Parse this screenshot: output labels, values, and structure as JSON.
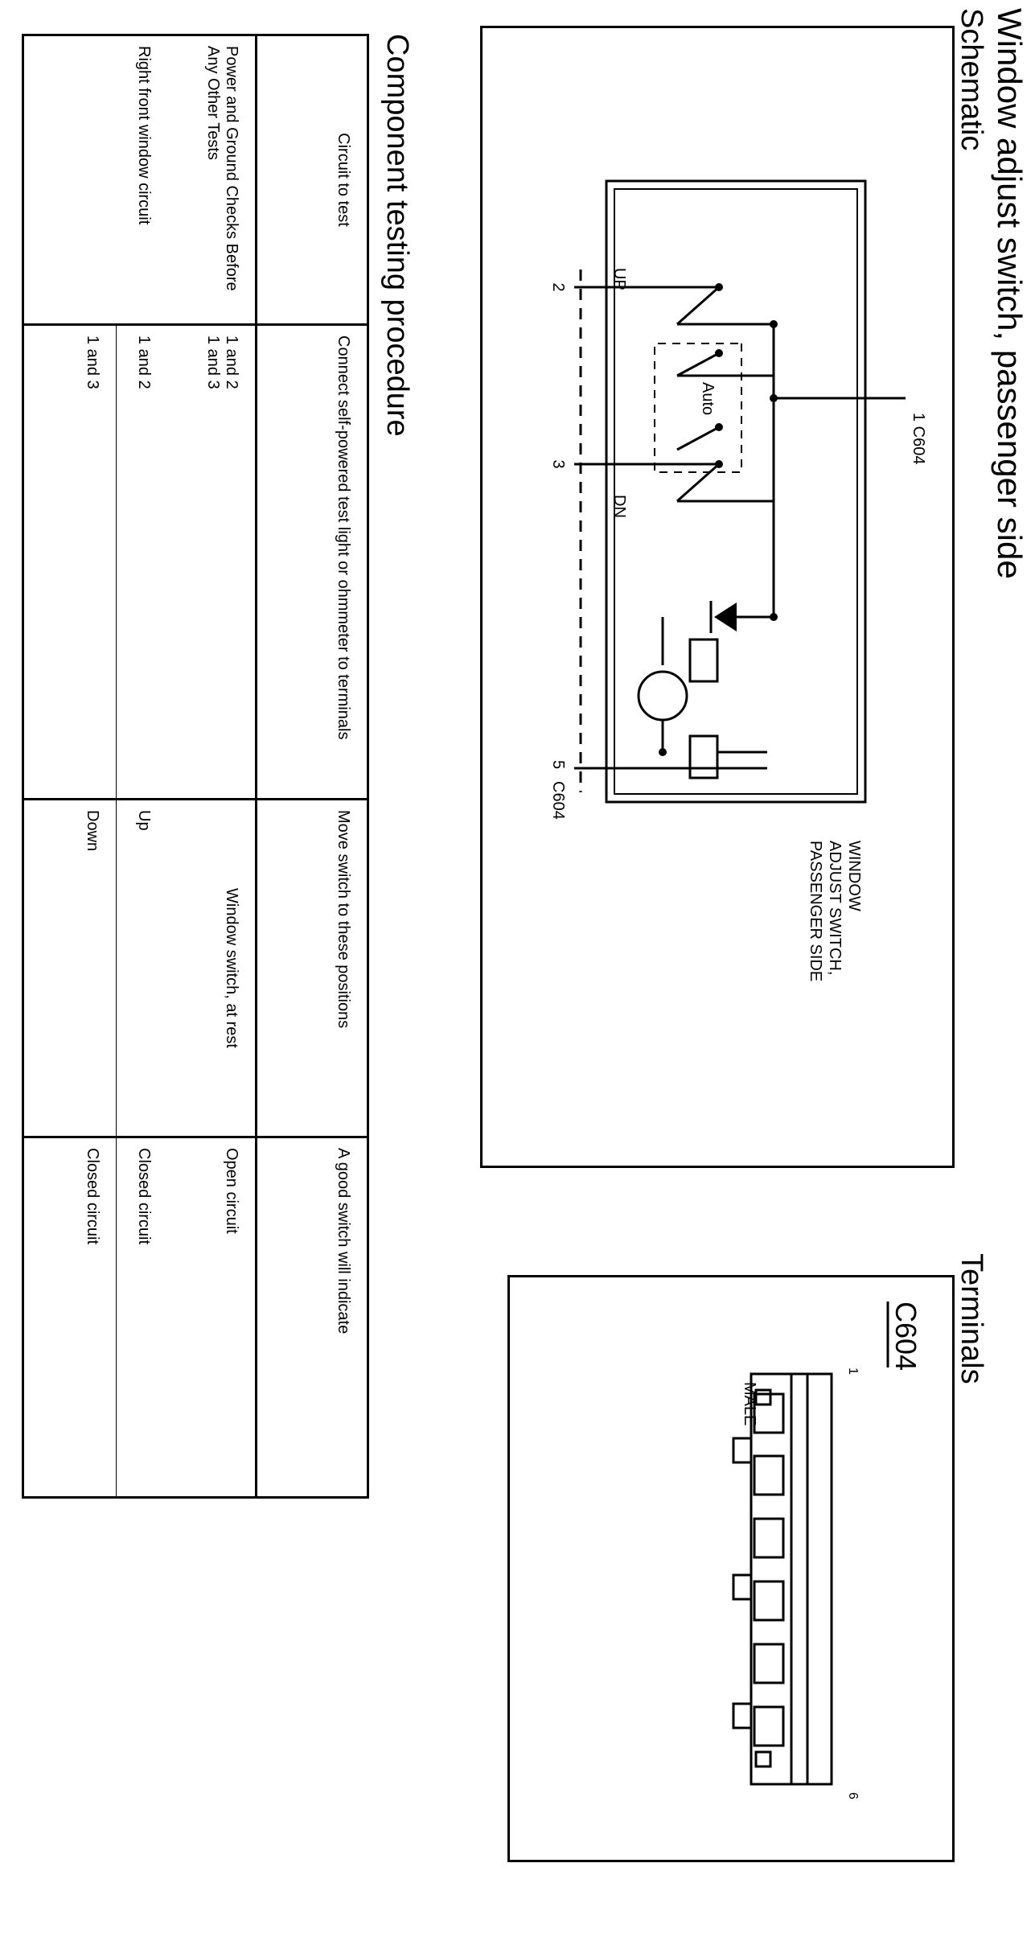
{
  "title": "Window adjust switch, passenger side",
  "schematic": {
    "heading": "Schematic",
    "connector_label_top": "1   C604",
    "pin_1": "1",
    "pin_2": "2",
    "pin_3": "3",
    "pin_5": "5",
    "connector_label_bottom": "C604",
    "up_label": "UP",
    "dn_label": "DN",
    "auto_label": "Auto",
    "component_name": [
      "WINDOW",
      "ADJUST SWITCH,",
      "PASSENGER SIDE"
    ]
  },
  "terminals": {
    "heading": "Terminals",
    "connector_id": "C604",
    "gender": "MALE",
    "pin_first": "1",
    "pin_last": "6"
  },
  "procedure": {
    "heading": "Component testing procedure",
    "columns": [
      "Circuit to test",
      "Connect self-powered test light or ohmmeter to terminals",
      "Move switch to these positions",
      "A good switch will indicate"
    ],
    "rows": [
      {
        "circuit": "Power and Ground Checks Before Any Other Tests",
        "terminals": "1 and 2\n1 and 3",
        "position": "Window switch, at rest",
        "result": "Open circuit"
      },
      {
        "circuit": "Right front window circuit",
        "terminals": "1 and 2",
        "position": "Up",
        "result": "Closed circuit"
      },
      {
        "circuit": "",
        "terminals": "1 and 3",
        "position": "Down",
        "result": "Closed circuit"
      }
    ]
  }
}
